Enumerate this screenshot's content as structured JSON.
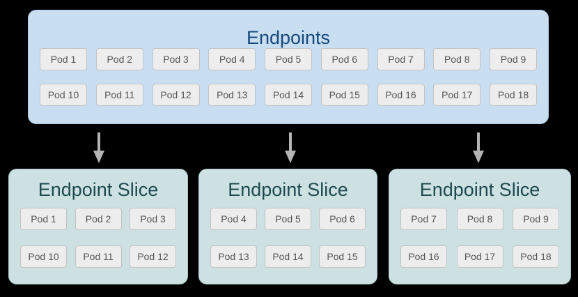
{
  "canvas": {
    "background": "#000000"
  },
  "colors": {
    "endpoints_box_bg": "#c9def1",
    "endpoints_box_border": "#b0c9e2",
    "endpoints_title_text": "#17497d",
    "slice_box_bg": "#cee1e2",
    "slice_box_border": "#aac6c8",
    "slice_title_text": "#1d4b50",
    "pod_bg": "#ededed",
    "pod_border": "#c2c2c2",
    "pod_text": "#545454",
    "arrow": "#b4b4b4"
  },
  "endpoints": {
    "title": "Endpoints",
    "rows": [
      [
        "Pod 1",
        "Pod 2",
        "Pod 3",
        "Pod 4",
        "Pod 5",
        "Pod 6",
        "Pod 7",
        "Pod 8",
        "Pod 9"
      ],
      [
        "Pod 10",
        "Pod 11",
        "Pod 12",
        "Pod 13",
        "Pod 14",
        "Pod 15",
        "Pod 16",
        "Pod 17",
        "Pod 18"
      ]
    ]
  },
  "arrows": [
    {
      "icon": "down-arrow-icon"
    },
    {
      "icon": "down-arrow-icon"
    },
    {
      "icon": "down-arrow-icon"
    }
  ],
  "slices": [
    {
      "title": "Endpoint Slice",
      "rows": [
        [
          "Pod 1",
          "Pod 2",
          "Pod 3"
        ],
        [
          "Pod 10",
          "Pod 11",
          "Pod 12"
        ]
      ]
    },
    {
      "title": "Endpoint Slice",
      "rows": [
        [
          "Pod 4",
          "Pod 5",
          "Pod 6"
        ],
        [
          "Pod 13",
          "Pod 14",
          "Pod 15"
        ]
      ]
    },
    {
      "title": "Endpoint Slice",
      "rows": [
        [
          "Pod 7",
          "Pod 8",
          "Pod 9"
        ],
        [
          "Pod 16",
          "Pod 17",
          "Pod 18"
        ]
      ]
    }
  ]
}
